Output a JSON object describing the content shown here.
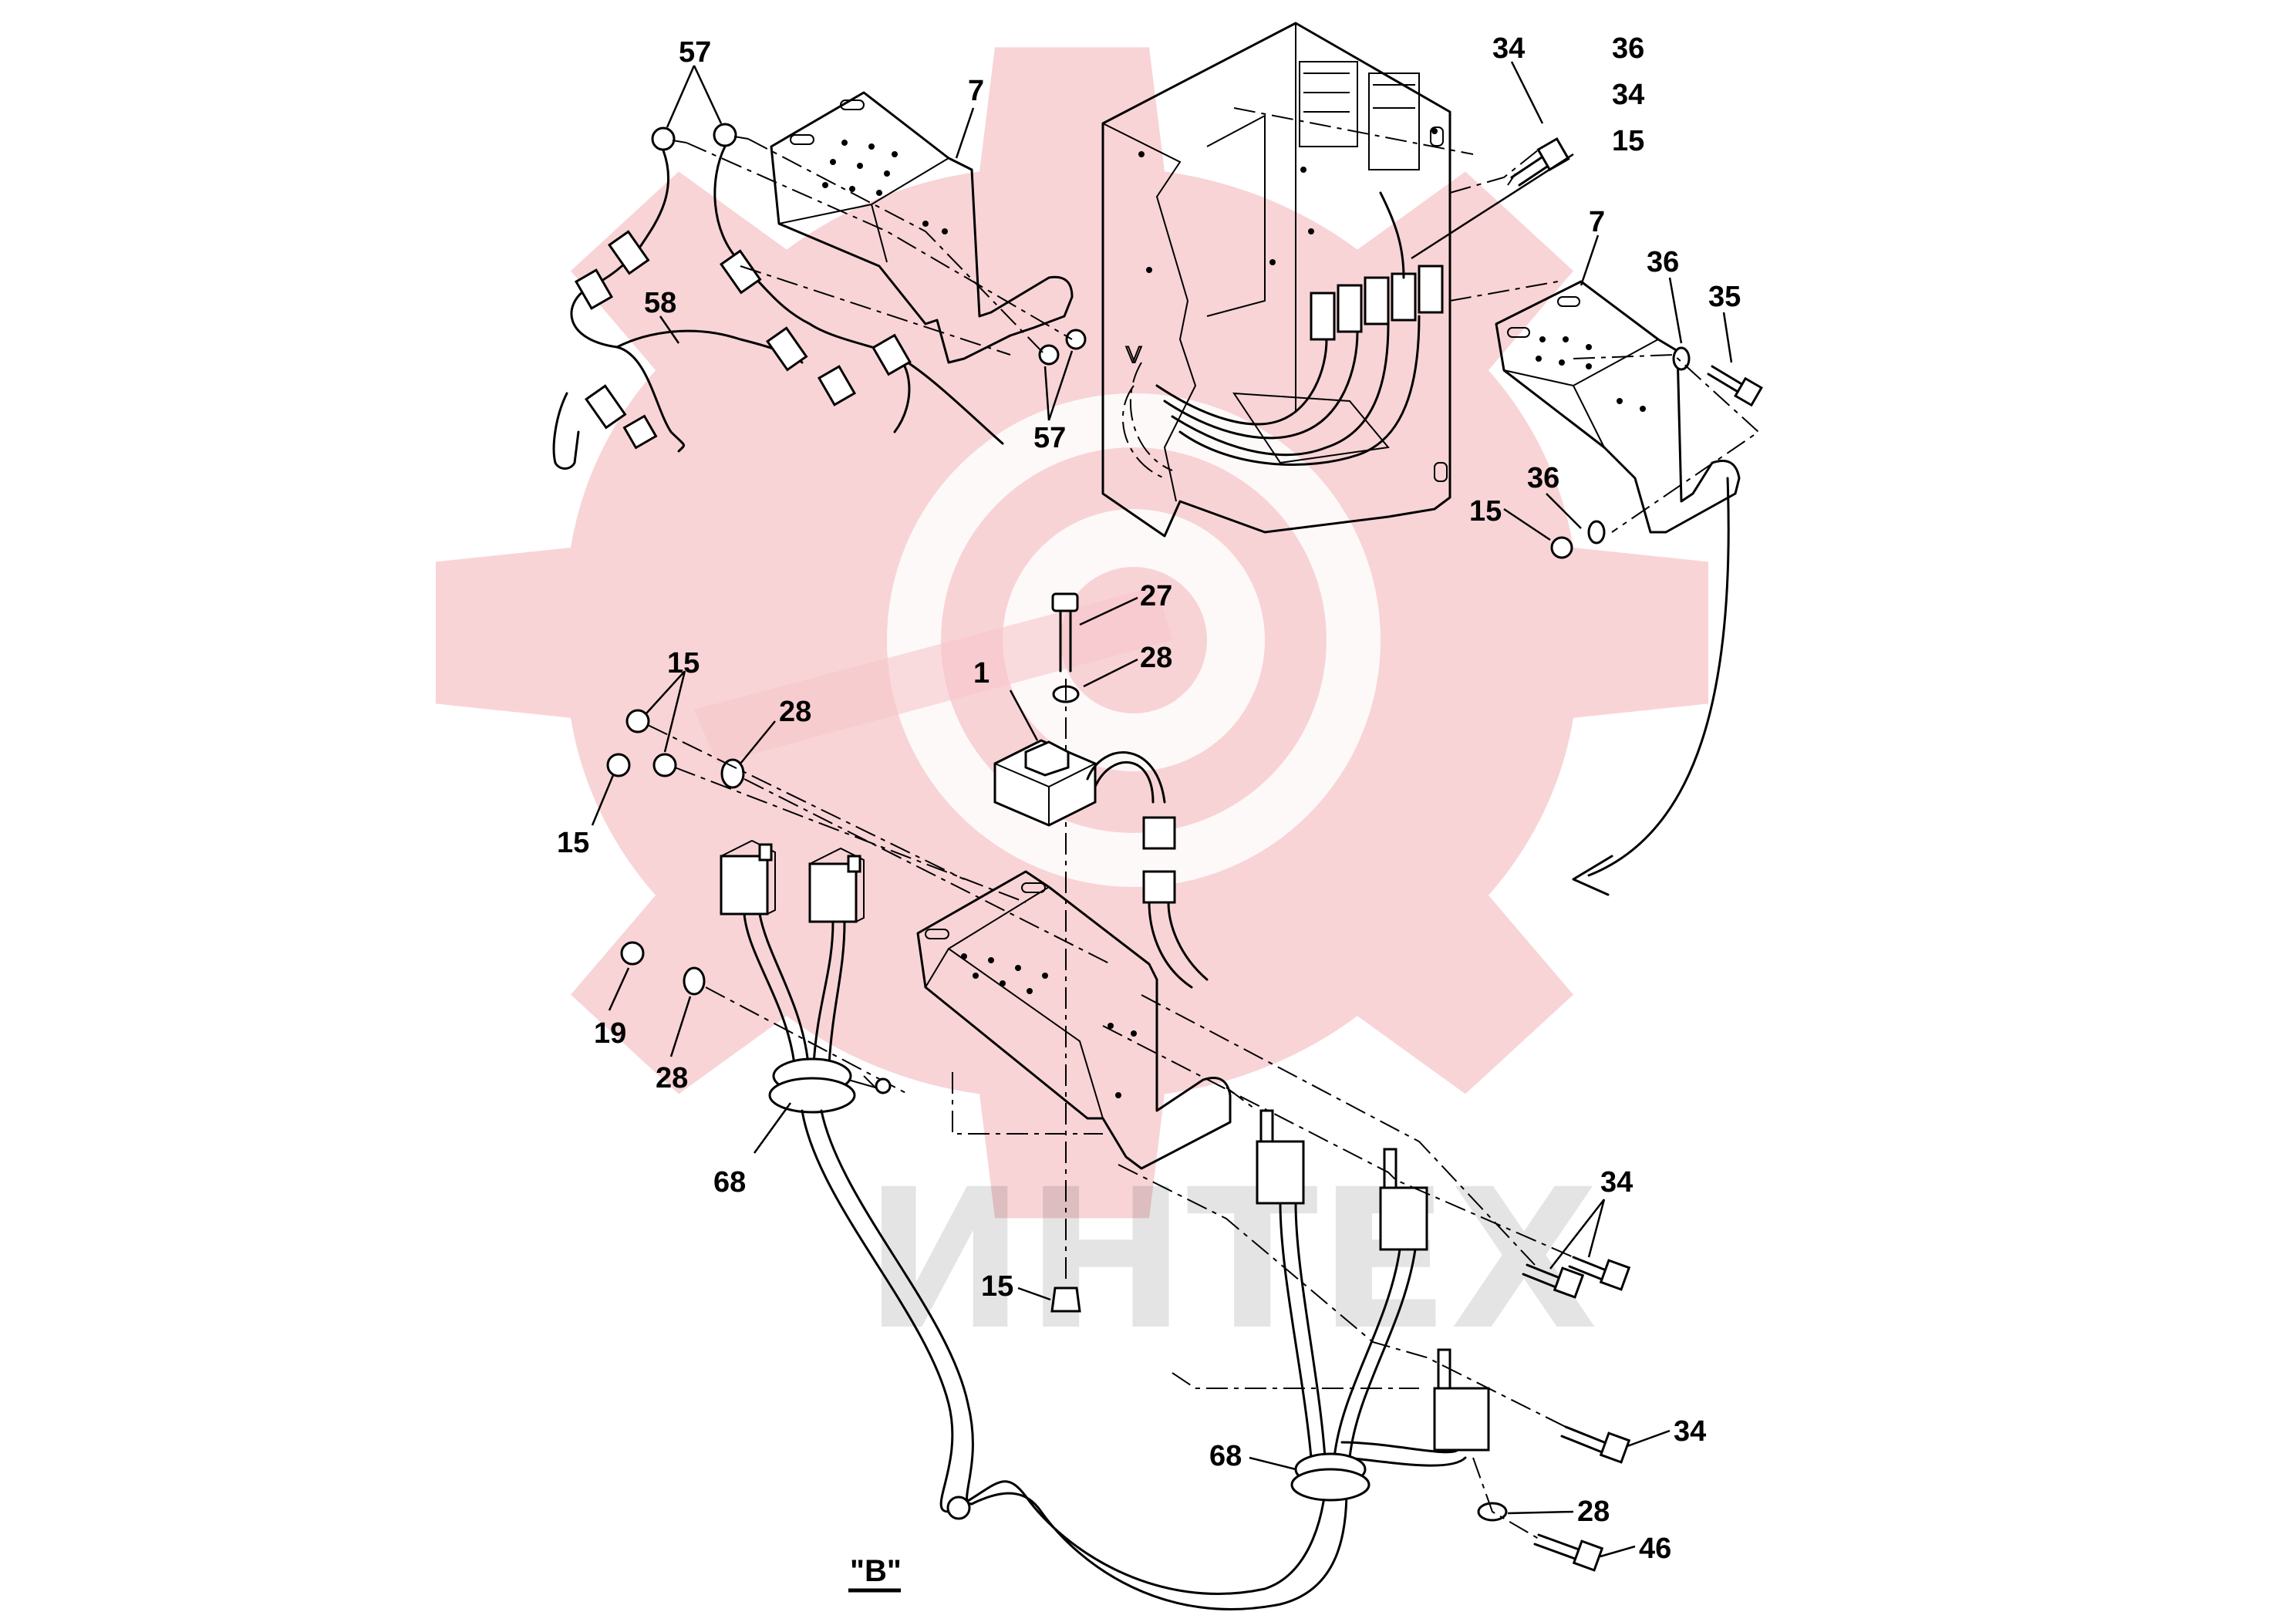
{
  "watermark": {
    "text": "ИНТЕХ",
    "gear_color": "#f6c6c9",
    "text_color": "#000000"
  },
  "view_label": "\"B\"",
  "callouts": [
    {
      "id": "c57a",
      "text": "57"
    },
    {
      "id": "c7a",
      "text": "7"
    },
    {
      "id": "c58",
      "text": "58"
    },
    {
      "id": "c57b",
      "text": "57"
    },
    {
      "id": "c34a",
      "text": "34"
    },
    {
      "id": "c36a",
      "text": "36"
    },
    {
      "id": "c34b",
      "text": "34"
    },
    {
      "id": "c15a",
      "text": "15"
    },
    {
      "id": "c7b",
      "text": "7"
    },
    {
      "id": "c36b",
      "text": "36"
    },
    {
      "id": "c35",
      "text": "35"
    },
    {
      "id": "c36c",
      "text": "36"
    },
    {
      "id": "c15b",
      "text": "15"
    },
    {
      "id": "c27",
      "text": "27"
    },
    {
      "id": "c28a",
      "text": "28"
    },
    {
      "id": "c1",
      "text": "1"
    },
    {
      "id": "c15c",
      "text": "15"
    },
    {
      "id": "c28b",
      "text": "28"
    },
    {
      "id": "c15d",
      "text": "15"
    },
    {
      "id": "c19",
      "text": "19"
    },
    {
      "id": "c28c",
      "text": "28"
    },
    {
      "id": "c68a",
      "text": "68"
    },
    {
      "id": "c34c",
      "text": "34"
    },
    {
      "id": "c15e",
      "text": "15"
    },
    {
      "id": "c68b",
      "text": "68"
    },
    {
      "id": "c34d",
      "text": "34"
    },
    {
      "id": "c28d",
      "text": "28"
    },
    {
      "id": "c46",
      "text": "46"
    }
  ]
}
